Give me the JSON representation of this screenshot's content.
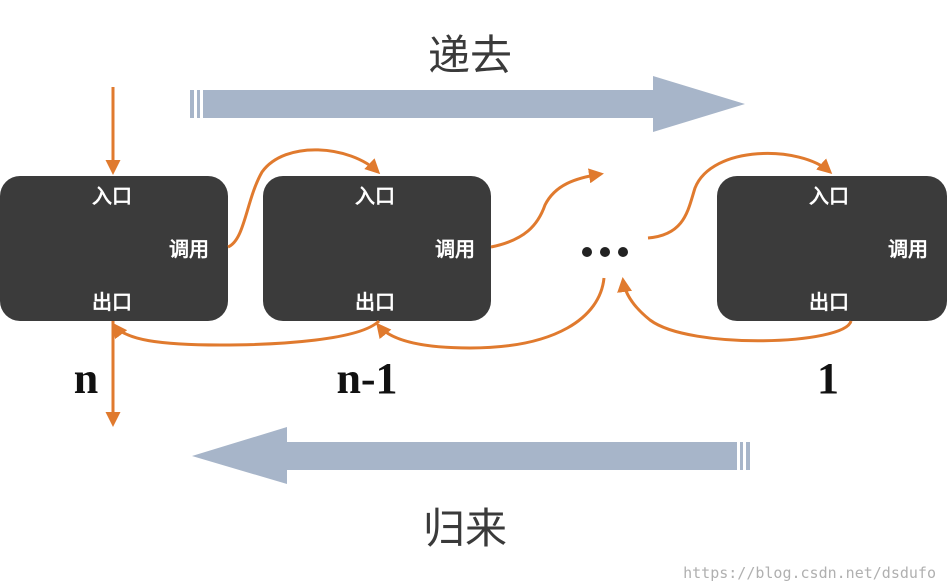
{
  "top_label": "递去",
  "bottom_label": "归来",
  "dots": "•••",
  "boxes": [
    {
      "entry": "入口",
      "call": "调用",
      "exit": "出口",
      "number": "n"
    },
    {
      "entry": "入口",
      "call": "调用",
      "exit": "出口",
      "number": "n-1"
    },
    {
      "entry": "入口",
      "call": "调用",
      "exit": "出口",
      "number": "1"
    }
  ],
  "watermark": "https://blog.csdn.net/dsdufo",
  "colors": {
    "box": "#3b3b3b",
    "arrow": "#a7b5c9",
    "curve": "#e07a2e",
    "text_on_box": "#ffffff"
  }
}
